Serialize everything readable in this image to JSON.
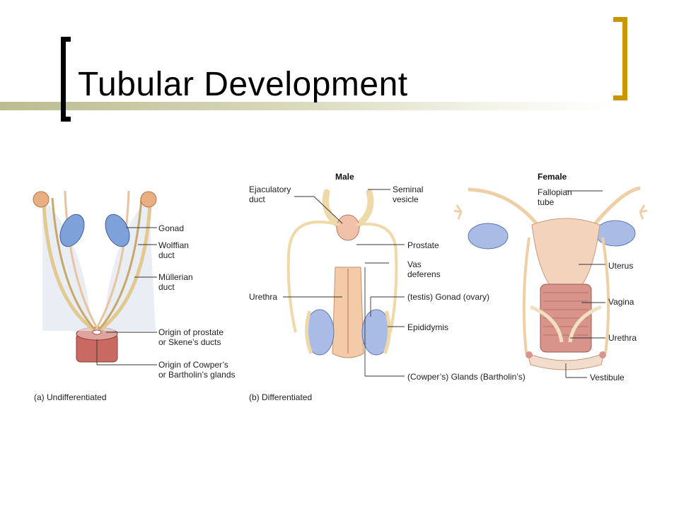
{
  "slide": {
    "title": "Tubular Development",
    "accent_colors": {
      "bracket_left": "#000000",
      "bracket_right": "#c99700",
      "bar": "#b9bd8f"
    }
  },
  "figure": {
    "panel_a": {
      "caption": "(a) Undifferentiated",
      "labels": {
        "gonad": "Gonad",
        "wolffian_1": "Wolffian",
        "wolffian_2": "duct",
        "mullerian_1": "Müllerian",
        "mullerian_2": "duct",
        "prostate_1": "Origin of prostate",
        "prostate_2": "or Skene’s ducts",
        "cowper_1": "Origin of Cowper’s",
        "cowper_2": "or Bartholin’s glands"
      }
    },
    "panel_b": {
      "caption": "(b) Differentiated",
      "male_header": "Male",
      "female_header": "Female",
      "labels": {
        "ejac_1": "Ejaculatory",
        "ejac_2": "duct",
        "seminal_1": "Seminal",
        "seminal_2": "vesicle",
        "prostate": "Prostate",
        "vas_1": "Vas",
        "vas_2": "deferens",
        "urethra_m": "Urethra",
        "testis": "(testis) Gonad (ovary)",
        "epididymis": "Epididymis",
        "glands": "(Cowper’s) Glands (Bartholin’s)",
        "fallopian_1": "Fallopian",
        "fallopian_2": "tube",
        "uterus": "Uterus",
        "vagina": "Vagina",
        "urethra_f": "Urethra",
        "vestibule": "Vestibule"
      }
    }
  }
}
